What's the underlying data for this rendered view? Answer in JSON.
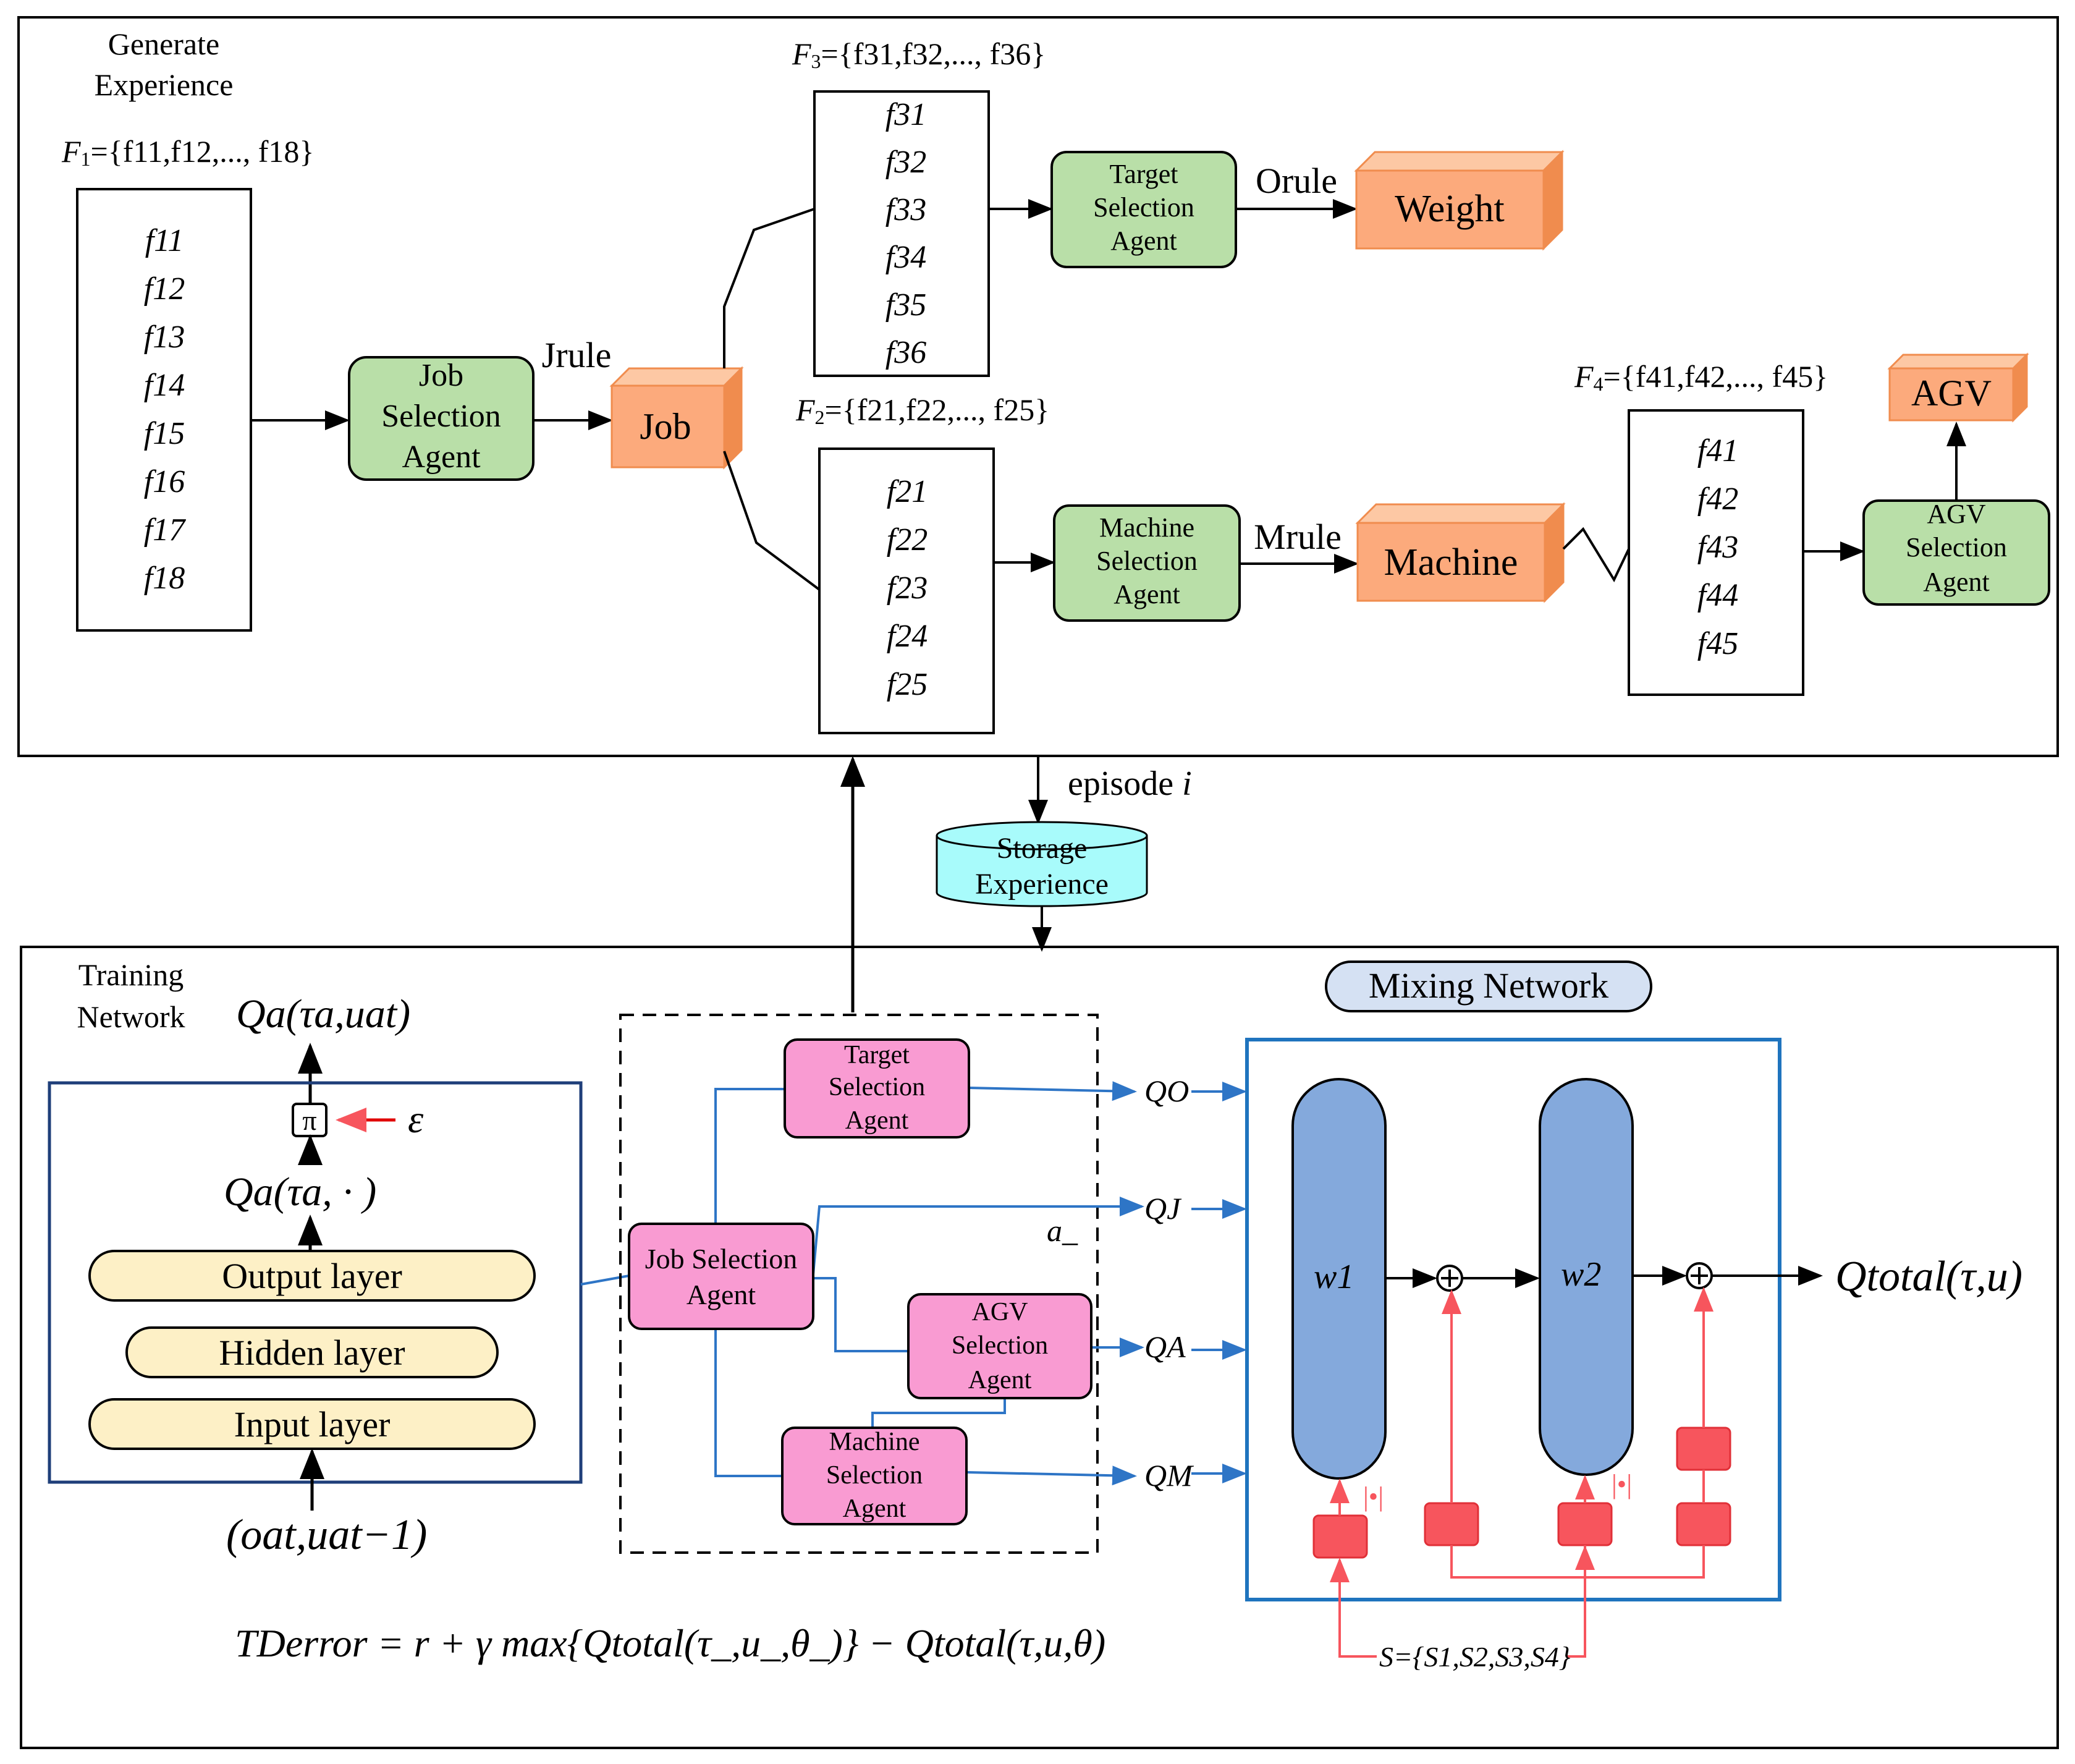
{
  "top": {
    "title_line1": "Generate",
    "title_line2": "Experience",
    "f1": {
      "label_sym": "F",
      "label_sub": "1",
      "label_rest": "={f11,f12,..., f18}",
      "items": [
        "f11",
        "f12",
        "f13",
        "f14",
        "f15",
        "f16",
        "f17",
        "f18"
      ]
    },
    "f2": {
      "label_sym": "F",
      "label_sub": "2",
      "label_rest": "={f21,f22,..., f25}",
      "items": [
        "f21",
        "f22",
        "f23",
        "f24",
        "f25"
      ]
    },
    "f3": {
      "label_sym": "F",
      "label_sub": "3",
      "label_rest": "={f31,f32,..., f36}",
      "items": [
        "f31",
        "f32",
        "f33",
        "f34",
        "f35",
        "f36"
      ]
    },
    "f4": {
      "label_sym": "F",
      "label_sub": "4",
      "label_rest": "={f41,f42,..., f45}",
      "items": [
        "f41",
        "f42",
        "f43",
        "f44",
        "f45"
      ]
    },
    "job_agent": [
      "Job",
      "Selection",
      "Agent"
    ],
    "target_agent": [
      "Target",
      "Selection",
      "Agent"
    ],
    "machine_agent": [
      "Machine",
      "Selection",
      "Agent"
    ],
    "agv_agent": [
      "AGV",
      "Selection",
      "Agent"
    ],
    "jrule": "Jrule",
    "orule": "Orule",
    "mrule": "Mrule",
    "job_box": "Job",
    "weight_box": "Weight",
    "machine_box": "Machine",
    "agv_box": "AGV"
  },
  "middle": {
    "episode_label": "episode ",
    "episode_var": "i",
    "storage": [
      "Storage",
      "Experience"
    ]
  },
  "bottom": {
    "title_line1": "Training",
    "title_line2": "Network",
    "qa_top": "Qa(τa,uat)",
    "pi": "π",
    "epsilon": "ε",
    "qa_mid": "Qa(τa, · )",
    "output_layer": "Output layer",
    "hidden_layer": "Hidden layer",
    "input_layer": "Input layer",
    "input_expr": "(oat,uat−1)",
    "job_agent": [
      "Job Selection",
      "Agent"
    ],
    "target_agent": [
      "Target",
      "Selection",
      "Agent"
    ],
    "agv_agent": [
      "AGV",
      "Selection",
      "Agent"
    ],
    "machine_agent": [
      "Machine",
      "Selection",
      "Agent"
    ],
    "a_label": "a_",
    "q_labels": [
      "QO",
      "QJ",
      "QA",
      "QM"
    ],
    "mixing_title": "Mixing Network",
    "w1": "w1",
    "w2": "w2",
    "abs1": "|•|",
    "abs2": "|•|",
    "q_total": "Qtotal(τ,u)",
    "state": "S={S1,S2,S3,S4}",
    "td_error": "TDerror = r + γ max{Qtotal(τ_,u_,θ_)} − Qtotal(τ,u,θ)"
  },
  "colors": {
    "agent_green": "#b9dfa8",
    "orange_face": "#fcaa7c",
    "orange_top": "#fdc8a4",
    "orange_side": "#f08c4e",
    "storage_cyan": "#a8fbfb",
    "agent_pink": "#f99bd2",
    "layer_yellow": "#fdf0c6",
    "mix_blue_fill": "#84a9dc",
    "mix_blue_border": "#1f74be",
    "red": "#f7555d",
    "mix_title_bg": "#d5e1f3",
    "arrow_blue": "#2e75c6"
  }
}
